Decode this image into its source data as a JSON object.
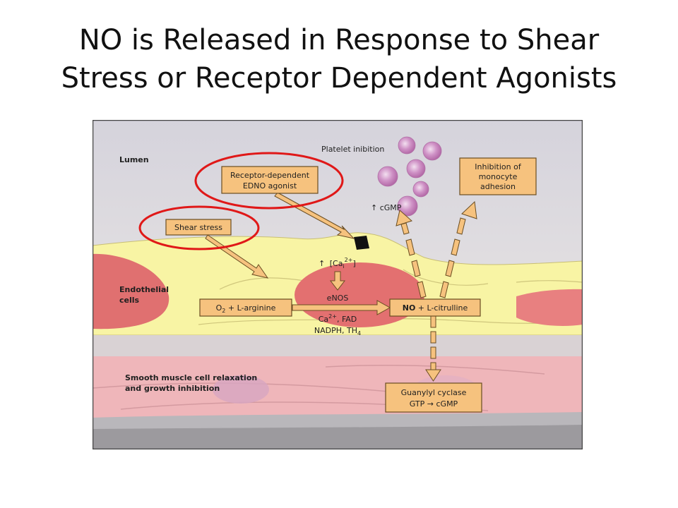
{
  "title": {
    "line1": "NO is Released in Response to Shear",
    "line2": "Stress or Receptor Dependent Agonists"
  },
  "diagram": {
    "labels": {
      "lumen": "Lumen",
      "platelet_inhibition": "Platelet inibition",
      "receptor_line1": "Receptor-dependent",
      "receptor_line2": "EDNO agonist",
      "shear_stress": "Shear stress",
      "monocyte_line1": "Inhibition of",
      "monocyte_line2": "monocyte",
      "monocyte_line3": "adhesion",
      "cgmp_arrow": "↑ cGMP",
      "calcium_arrow": "↑",
      "calcium_base": "[Ca",
      "calcium_sub": "i",
      "calcium_sup": "2+",
      "calcium_close": "]",
      "endothelial_line1": "Endothelial",
      "endothelial_line2": "cells",
      "arginine_o": "O",
      "arginine_sub": "2",
      "arginine_rest": " + L-arginine",
      "enos": "eNOS",
      "cofactor_ca": "Ca",
      "cofactor_sup": "2+",
      "cofactor_rest": ", FAD",
      "nadph": "NADPH, TH",
      "nadph_sub": "4",
      "no_bold": "NO",
      "no_rest": " + L-citrulline",
      "smooth_line1": "Smooth muscle cell relaxation",
      "smooth_line2": "and growth inhibition",
      "guanylyl_line1": "Guanylyl cyclase",
      "guanylyl_line2": "GTP → cGMP"
    },
    "colors": {
      "lumen_top": "#d6d4dc",
      "lumen_bottom": "#ece8e6",
      "endothelium": "#f8f4a4",
      "nucleus": "#e07070",
      "smooth_muscle": "#efb6ba",
      "box_fill": "#f6c27e",
      "box_border": "#6a4d22",
      "arrow_fill": "#f6c27e",
      "highlight_ring": "#e01818",
      "platelet": "#c986c0"
    }
  }
}
